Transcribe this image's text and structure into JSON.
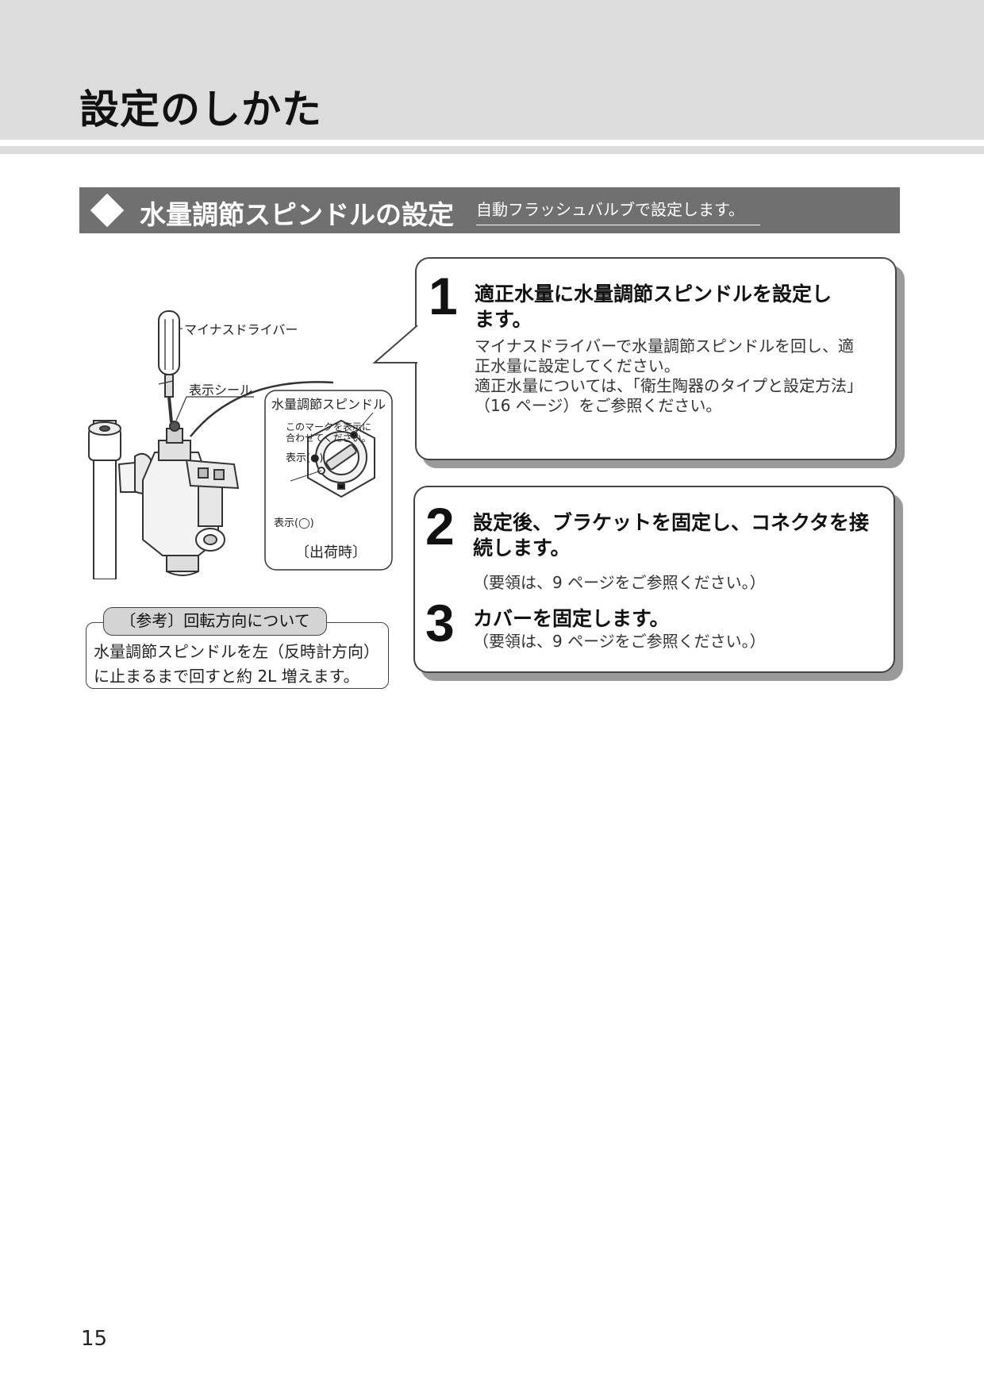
{
  "page": {
    "title": "設定のしかた",
    "number": "15"
  },
  "section": {
    "title": "水量調節スピンドルの設定",
    "note": "自動フラッシュバルブで設定します。",
    "icon": "diamond-icon"
  },
  "illustration": {
    "screwdriver_label": "マイナスドライバー",
    "seal_label": "表示シール",
    "callout": {
      "title": "水量調節スピンドル",
      "mark_note_line1": "このマークを表示に",
      "mark_note_line2": "合わせてください。",
      "filled_label": "表示(●)",
      "open_label": "表示(◯)",
      "shipping_label": "〔出荷時〕"
    }
  },
  "steps": [
    {
      "number": "1",
      "heading_line1": "適正水量に水量調節スピンドルを設定し",
      "heading_line2": "ます。",
      "body_lines": [
        "マイナスドライバーで水量調節スピンドルを回し、適",
        "正水量に設定してください。",
        "適正水量については、「衛生陶器のタイプと設定方法」",
        "（16 ページ）をご参照ください。"
      ]
    },
    {
      "number": "2",
      "heading_line1": "設定後、ブラケットを固定し、コネクタを接",
      "heading_line2": "続します。",
      "body_lines": [
        "（要領は、9 ページをご参照ください。）"
      ]
    },
    {
      "number": "3",
      "heading_line1": "カバーを固定します。",
      "body_lines": [
        "（要領は、9 ページをご参照ください。）"
      ]
    }
  ],
  "reference": {
    "title": "〔参考〕回転方向について",
    "line1": "水量調節スピンドルを左（反時計方向）",
    "line2": "に止まるまで回すと約 2L 増えます。"
  },
  "colors": {
    "header_band": "#dcdcdc",
    "section_bar": "#707070",
    "box_shadow": "#9a9a9a",
    "ref_tab": "#d4d4d4"
  }
}
